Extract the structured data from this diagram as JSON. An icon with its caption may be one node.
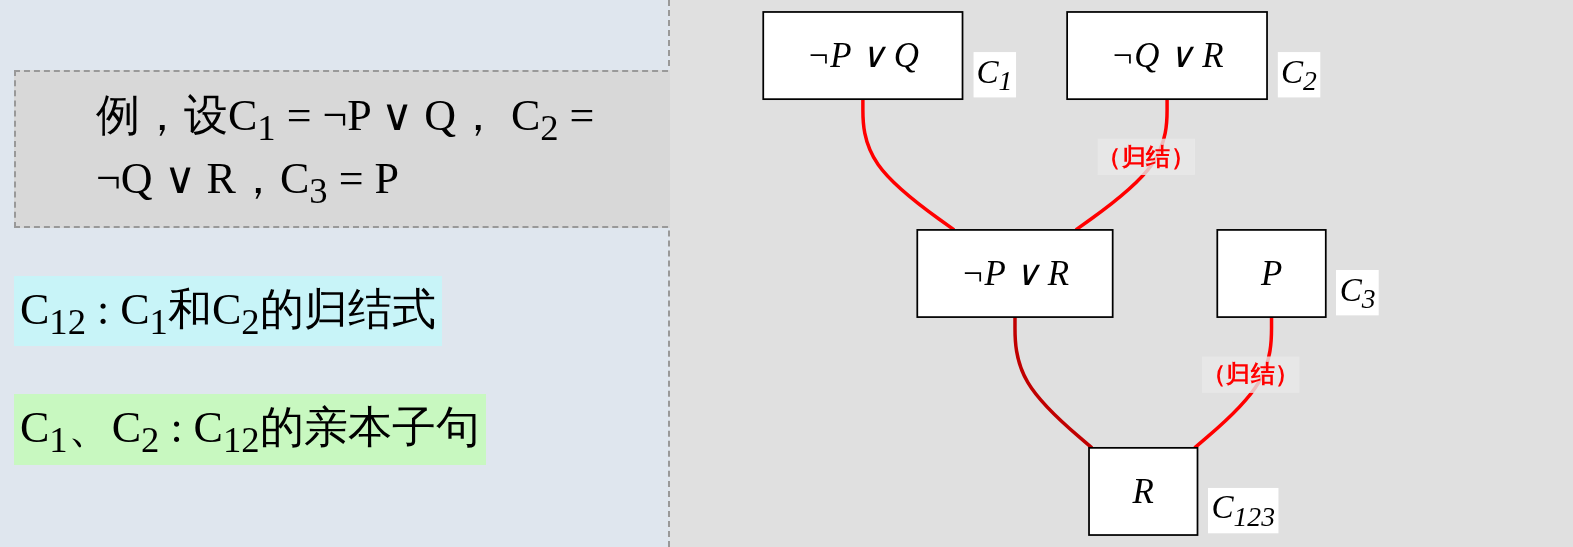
{
  "diagram": {
    "nodes": [
      {
        "text": [
          "¬P ∨ Q"
        ],
        "beside": [
          "C$_{1}$"
        ]
      },
      {
        "text": [
          "¬Q ∨ R"
        ],
        "beside": [
          "C$_{2}$"
        ]
      },
      {
        "text": [
          "¬P ∨ R"
        ]
      },
      {
        "text": [
          "P"
        ],
        "beside": [
          "C$_{3}$"
        ]
      },
      {
        "text": [
          "R"
        ],
        "beside": [
          "C$_{123}$"
        ]
      }
    ],
    "edges": [
      {
        "from": 0,
        "to": 2,
        "arrow": "none"
      },
      {
        "from": 1,
        "to": 2,
        "arrow": "none",
        "label": "（归结）"
      },
      {
        "from": 2,
        "to": 4,
        "arrow": "none",
        "color": "#c00000"
      },
      {
        "from": 3,
        "to": 4,
        "arrow": "none",
        "label": "（归结）"
      }
    ],
    "labels": [
      "例，设C$_{1}$ = ¬P ∨ Q， C$_{2}$ = ¬Q ∨ R，C$_{3}$ = P",
      "C$_{12}$ : C$_{1}$和C$_{2}$的归结式",
      "C$_{1}$、C$_{2}$ : C$_{12}$的亲本子句"
    ]
  }
}
